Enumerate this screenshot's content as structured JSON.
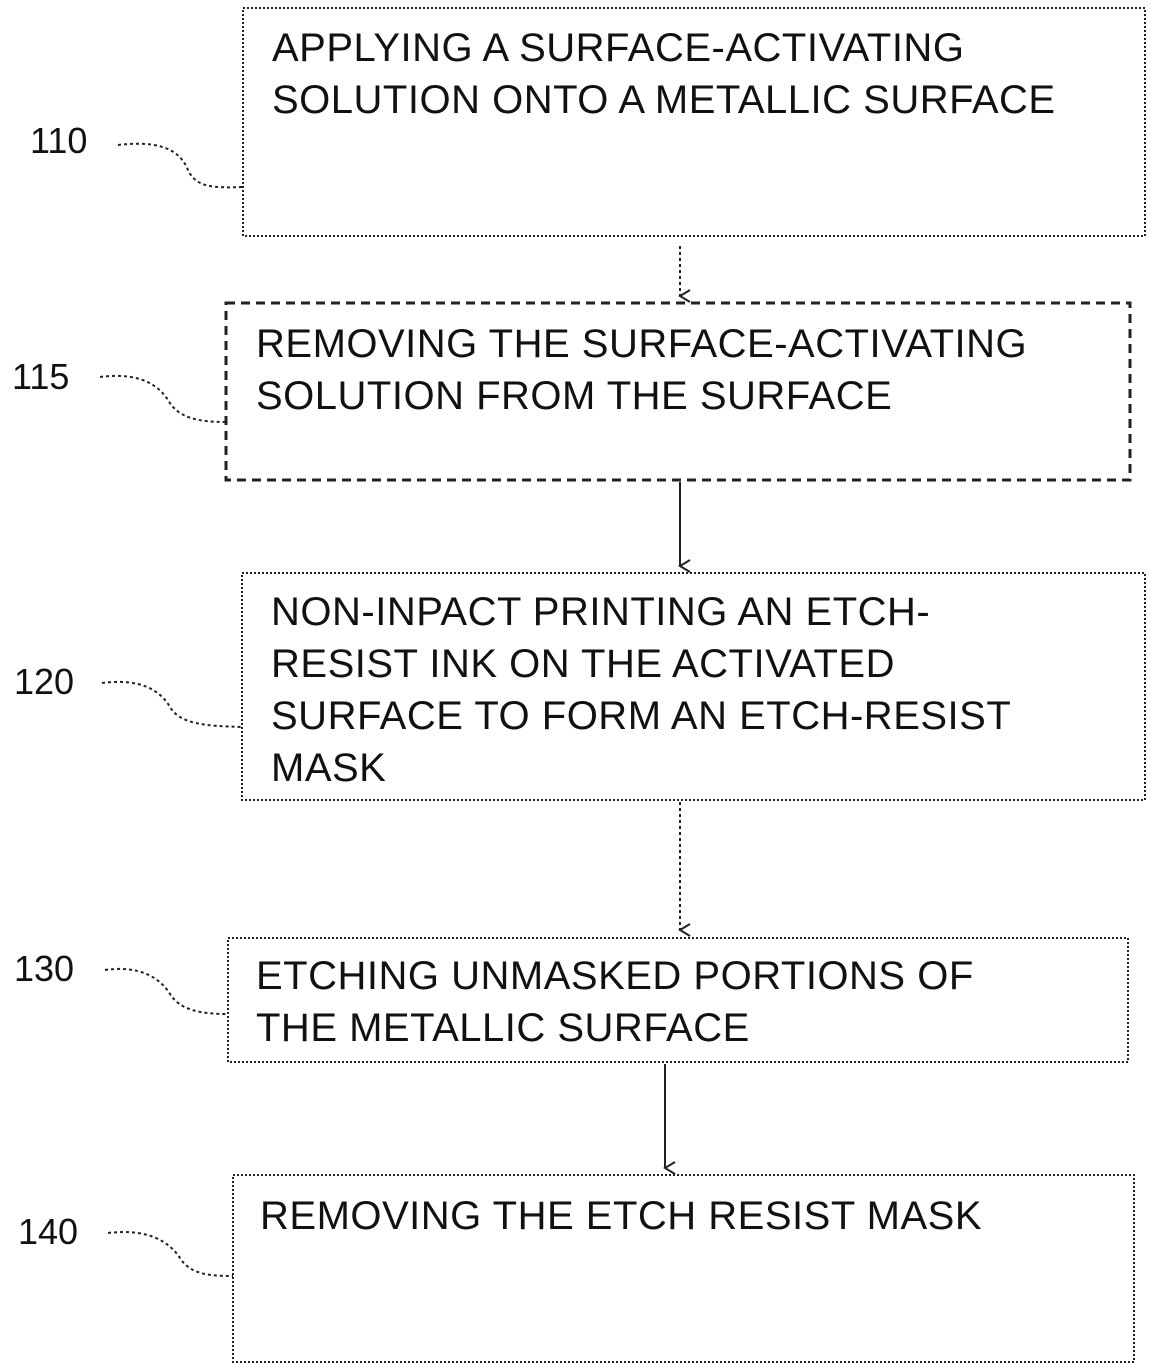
{
  "steps": [
    {
      "ref": "110",
      "text": "APPLYING A SURFACE-ACTIVATING\nSOLUTION ONTO A METALLIC SURFACE",
      "style": "dotted"
    },
    {
      "ref": "115",
      "text": "REMOVING THE SURFACE-ACTIVATING\nSOLUTION FROM THE SURFACE",
      "style": "dashed"
    },
    {
      "ref": "120",
      "text": "NON-INPACT PRINTING AN ETCH-\nRESIST INK ON THE ACTIVATED\nSURFACE TO FORM AN ETCH-RESIST\nMASK",
      "style": "dotted"
    },
    {
      "ref": "130",
      "text": "ETCHING UNMASKED PORTIONS OF\nTHE METALLIC SURFACE",
      "style": "dotted"
    },
    {
      "ref": "140",
      "text": "REMOVING THE ETCH RESIST MASK",
      "style": "dotted"
    }
  ],
  "colors": {
    "line": "#222222",
    "text": "#111111",
    "background": "#ffffff"
  }
}
